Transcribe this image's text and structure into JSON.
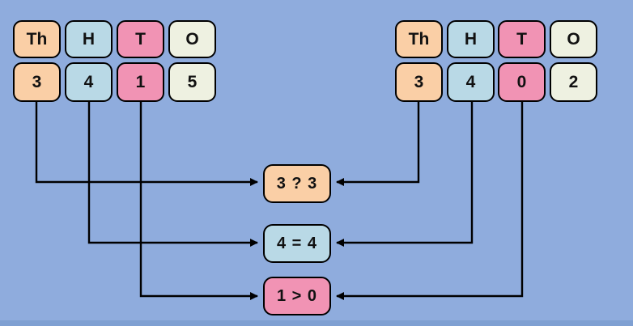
{
  "colors": {
    "background": "#8FACDD",
    "bottom_strip": "#7FA0D2",
    "thousands_fill": "#FACFA6",
    "hundreds_fill": "#B9D9E6",
    "tens_fill": "#F193B4",
    "ones_fill": "#EEF1E1",
    "box_border": "#000000",
    "arrow": "#000000"
  },
  "left_table": {
    "number": "3415",
    "columns": [
      {
        "header": "Th",
        "digit": "3",
        "place": "thousands"
      },
      {
        "header": "H",
        "digit": "4",
        "place": "hundreds"
      },
      {
        "header": "T",
        "digit": "1",
        "place": "tens"
      },
      {
        "header": "O",
        "digit": "5",
        "place": "ones"
      }
    ]
  },
  "right_table": {
    "number": "3402",
    "columns": [
      {
        "header": "Th",
        "digit": "3",
        "place": "thousands"
      },
      {
        "header": "H",
        "digit": "4",
        "place": "hundreds"
      },
      {
        "header": "T",
        "digit": "0",
        "place": "tens"
      },
      {
        "header": "O",
        "digit": "2",
        "place": "ones"
      }
    ]
  },
  "comparisons": [
    {
      "text": "3 ? 3",
      "place": "thousands"
    },
    {
      "text": "4 = 4",
      "place": "hundreds"
    },
    {
      "text": "1 > 0",
      "place": "tens"
    }
  ]
}
